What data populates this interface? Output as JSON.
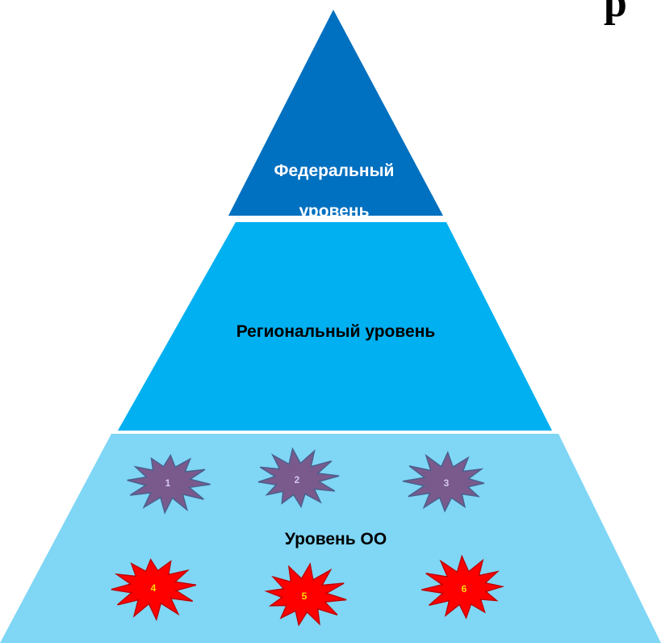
{
  "corner_glyph": "р",
  "pyramid": {
    "levels": [
      {
        "id": "federal",
        "label_lines": [
          "Федеральный",
          "уровень"
        ],
        "fill": "#0070C0",
        "text_color": "#ffffff"
      },
      {
        "id": "regional",
        "label_lines": [
          "Региональный уровень"
        ],
        "fill": "#00B0F0",
        "text_color": "#000000"
      },
      {
        "id": "oo",
        "label_lines": [
          "Уровень ОО"
        ],
        "fill": "#7FD6F5",
        "text_color": "#000000"
      }
    ]
  },
  "stars": [
    {
      "label": "1",
      "fill": "#7A5A8C",
      "stroke": "#4B5F8C",
      "text_color": "#D7C6F0"
    },
    {
      "label": "2",
      "fill": "#7A5A8C",
      "stroke": "#4B5F8C",
      "text_color": "#D7C6F0"
    },
    {
      "label": "3",
      "fill": "#7A5A8C",
      "stroke": "#4B5F8C",
      "text_color": "#D7C6F0"
    },
    {
      "label": "4",
      "fill": "#FF0000",
      "stroke": "#C00000",
      "text_color": "#FFD700"
    },
    {
      "label": "5",
      "fill": "#FF0000",
      "stroke": "#C00000",
      "text_color": "#FFD700"
    },
    {
      "label": "6",
      "fill": "#FF0000",
      "stroke": "#C00000",
      "text_color": "#FFD700"
    }
  ]
}
